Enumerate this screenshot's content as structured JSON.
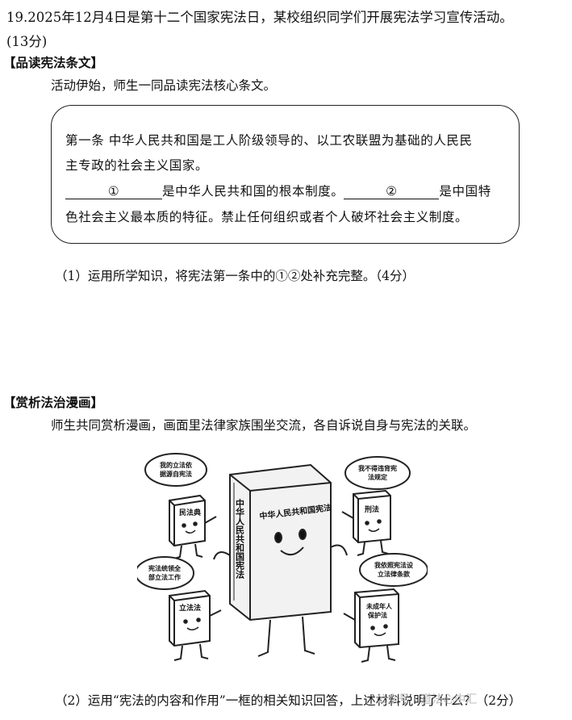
{
  "question": {
    "title": "19.2025年12月4日是第十二个国家宪法日，某校组织同学们开展宪法学习宣传活动。",
    "score": "(13分)"
  },
  "section1": {
    "heading": "【品读宪法条文】",
    "intro": "活动伊始，师生一同品读宪法核心条文。",
    "article": {
      "line1": "第一条   中华人民共和国是工人阶级领导的、以工农联盟为基础的人民民",
      "line2": "主专政的社会主义国家。",
      "blank1": "①",
      "line3_mid": "是中华人民共和国的根本制度。",
      "blank2": "②",
      "line3_end": "是中国特",
      "line4": "色社会主义最本质的特征。禁止任何组织或者个人破坏社会主义制度。"
    },
    "sub_question": "（1）运用所学知识，将宪法第一条中的①②处补充完整。（4分）"
  },
  "section2": {
    "heading": "【赏析法治漫画】",
    "intro": "师生共同赏析漫画，画面里法律家族围坐交流，各自诉说自身与宪法的关联。",
    "cartoon": {
      "big_book": "中华人民共和国宪法",
      "civil_code": "民法典",
      "civil_bubble": [
        "我的立法依",
        "据源自宪法"
      ],
      "criminal_law": "刑法",
      "criminal_bubble": [
        "我不得违背宪",
        "法规定"
      ],
      "legislation_law": "立法法",
      "legislation_bubble": [
        "宪法统领全",
        "部立法工作"
      ],
      "minor_law": [
        "未成年人",
        "保护法"
      ],
      "minor_bubble": [
        "我依照宪法设",
        "立法律条款"
      ]
    },
    "sub_question": "（2）运用“宪法的内容和作用”一框的相关知识回答，上述材料说明了什么？（2分）"
  },
  "watermark": "公众号 · 道法心中汇"
}
